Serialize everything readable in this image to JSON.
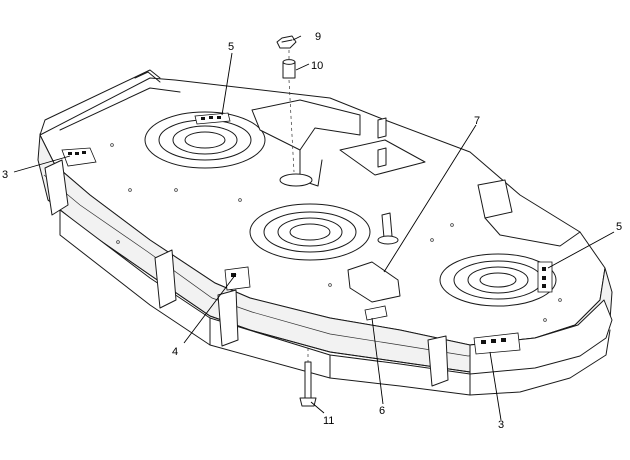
{
  "callouts": [
    {
      "id": "c9",
      "label": "9"
    },
    {
      "id": "c10",
      "label": "10"
    },
    {
      "id": "c5a",
      "label": "5"
    },
    {
      "id": "c7",
      "label": "7"
    },
    {
      "id": "c3a",
      "label": "3"
    },
    {
      "id": "c5b",
      "label": "5"
    },
    {
      "id": "c4",
      "label": "4"
    },
    {
      "id": "c6",
      "label": "6"
    },
    {
      "id": "c3b",
      "label": "3"
    },
    {
      "id": "c11",
      "label": "11"
    }
  ],
  "colors": {
    "line": "#1a1a1a",
    "background": "#ffffff"
  }
}
